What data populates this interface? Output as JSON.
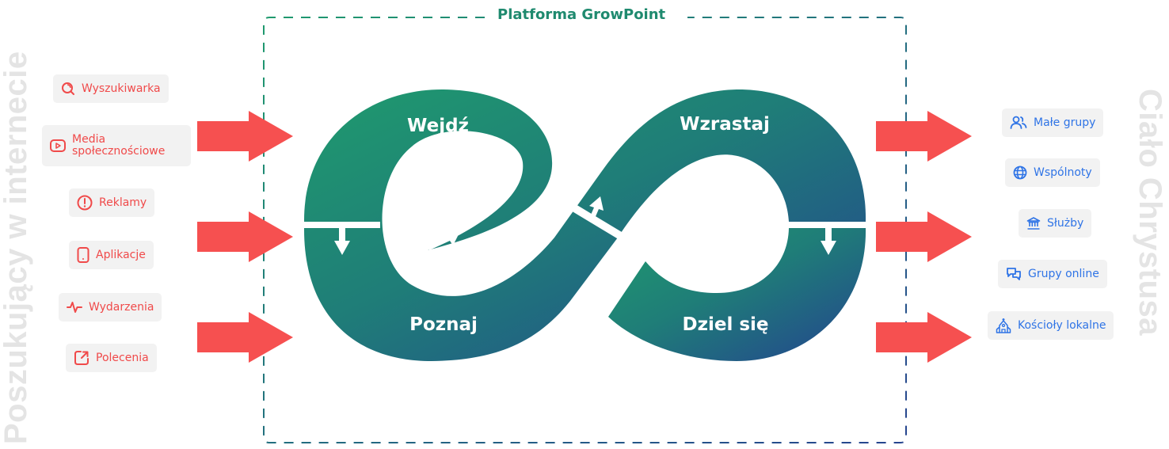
{
  "left_side": {
    "title": "Poszukujący w internecie",
    "color": "#f04a4a",
    "items": [
      {
        "label": "Wyszukiwarka",
        "icon": "search-icon"
      },
      {
        "label": "Media społecznościowe",
        "icon": "video-play-icon"
      },
      {
        "label": "Reklamy",
        "icon": "alert-circle-icon"
      },
      {
        "label": "Aplikacje",
        "icon": "smartphone-icon"
      },
      {
        "label": "Wydarzenia",
        "icon": "activity-pulse-icon"
      },
      {
        "label": "Polecenia",
        "icon": "external-link-icon"
      }
    ]
  },
  "right_side": {
    "title": "Ciało Chrystusa",
    "color": "#2f74e6",
    "items": [
      {
        "label": "Małe grupy",
        "icon": "users-icon"
      },
      {
        "label": "Wspólnoty",
        "icon": "globe-icon"
      },
      {
        "label": "Służby",
        "icon": "bank-building-icon"
      },
      {
        "label": "Grupy online",
        "icon": "chat-bubbles-icon"
      },
      {
        "label": "Kościoły lokalne",
        "icon": "church-icon"
      }
    ]
  },
  "platform": {
    "title": "Platforma GrowPoint",
    "gradient_start": "#1f9a6e",
    "gradient_end": "#24468f"
  },
  "stages": {
    "enter": "Wejdź",
    "know": "Poznaj",
    "grow": "Wzrastaj",
    "share": "Dziel się"
  },
  "flow_arrow_color": "#f65050"
}
